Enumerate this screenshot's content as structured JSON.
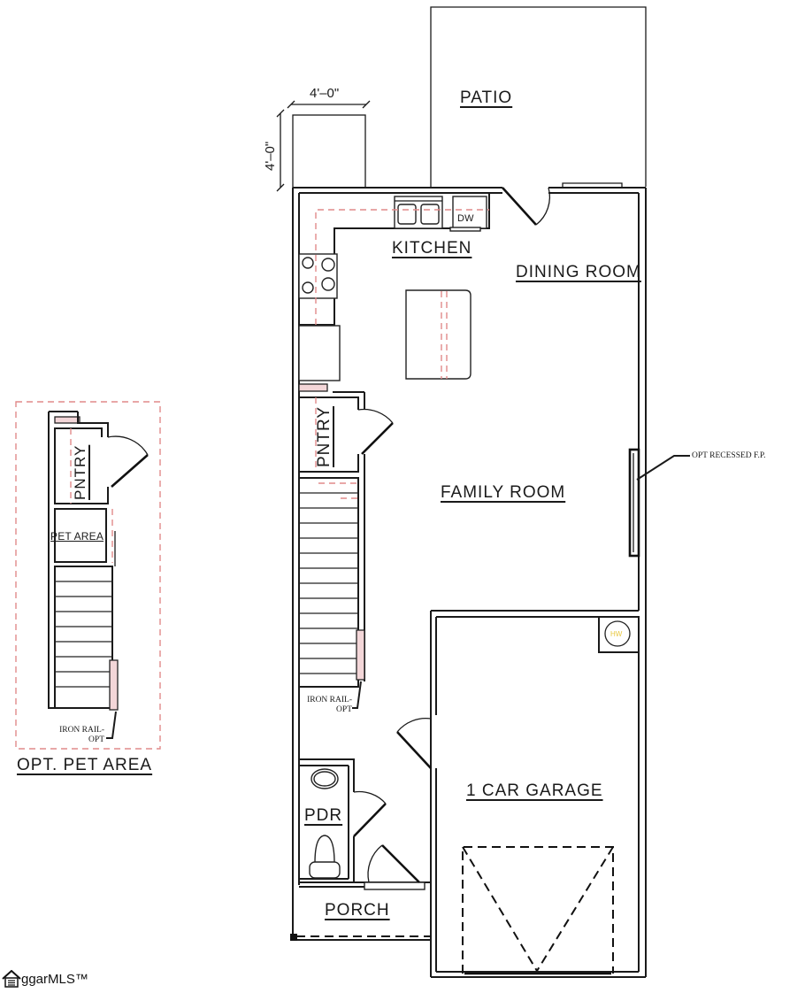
{
  "plan": {
    "rooms": {
      "patio": "PATIO",
      "kitchen": "KITCHEN",
      "dining_room": "DINING ROOM",
      "family_room": "FAMILY ROOM",
      "pantry": "PNTRY",
      "garage": "1 CAR GARAGE",
      "powder_room": "PDR",
      "porch": "PORCH"
    },
    "fixtures": {
      "dishwasher": "DW",
      "water_heater": "HW"
    },
    "notes": {
      "fireplace": "OPT RECESSED F.P.",
      "iron_rail_line1": "IRON RAIL-",
      "iron_rail_line2": "OPT"
    },
    "dimensions": {
      "bump_width": "4'–0\"",
      "bump_depth": "4'–0\""
    }
  },
  "option_inset": {
    "title": "OPT. PET AREA",
    "pantry": "PNTRY",
    "pet_area": "PET AREA",
    "iron_rail_line1": "IRON RAIL-",
    "iron_rail_line2": "OPT"
  },
  "watermark": {
    "brand": "ggarMLS™",
    "icon": "house-icon"
  },
  "colors": {
    "wall": "#1a1a1a",
    "optional_dash": "#e08a8a",
    "water_heater": "#e8c840"
  }
}
